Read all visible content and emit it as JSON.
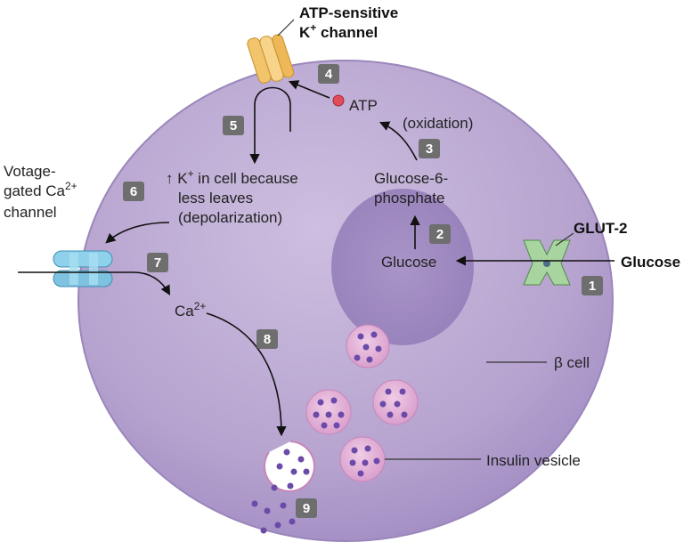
{
  "labels": {
    "atp_channel_line1": "ATP-sensitive",
    "atp_channel_line2": "K",
    "atp_channel_sup": "+",
    "atp_channel_line2b": " channel",
    "atp": "ATP",
    "oxidation": "(oxidation)",
    "g6p_line1": "Glucose-6-",
    "g6p_line2": "phosphate",
    "glucose_inner": "Glucose",
    "glucose_outer": "Glucose",
    "glut2": "GLUT-2",
    "kplus_line1_pre": "↑ K",
    "kplus_sup": "+",
    "kplus_line1_post": " in cell because",
    "kplus_line2": "less leaves",
    "kplus_line3": "(depolarization)",
    "ca_channel_line1": "Votage-",
    "ca_channel_line2": "gated Ca",
    "ca_channel_sup": "2+",
    "ca_channel_line3": "channel",
    "ca": "Ca",
    "ca_sup": "2+",
    "beta_cell": "β cell",
    "insulin_vesicle": "Insulin vesicle"
  },
  "steps": [
    "1",
    "2",
    "3",
    "4",
    "5",
    "6",
    "7",
    "8",
    "9"
  ],
  "colors": {
    "cell_fill": "#b6a3cf",
    "cell_edge": "#9a86bb",
    "nucleus": "#9c86bd",
    "step_badge": "#6e6e6e",
    "vesicle_fill": "#d9a9cf",
    "granule": "#6b4aa8",
    "atp_dot": "#e24b5a",
    "k_channel": "#f2c46b",
    "ca_channel": "#7fc2e0",
    "glut_channel": "#a8d4a0"
  }
}
